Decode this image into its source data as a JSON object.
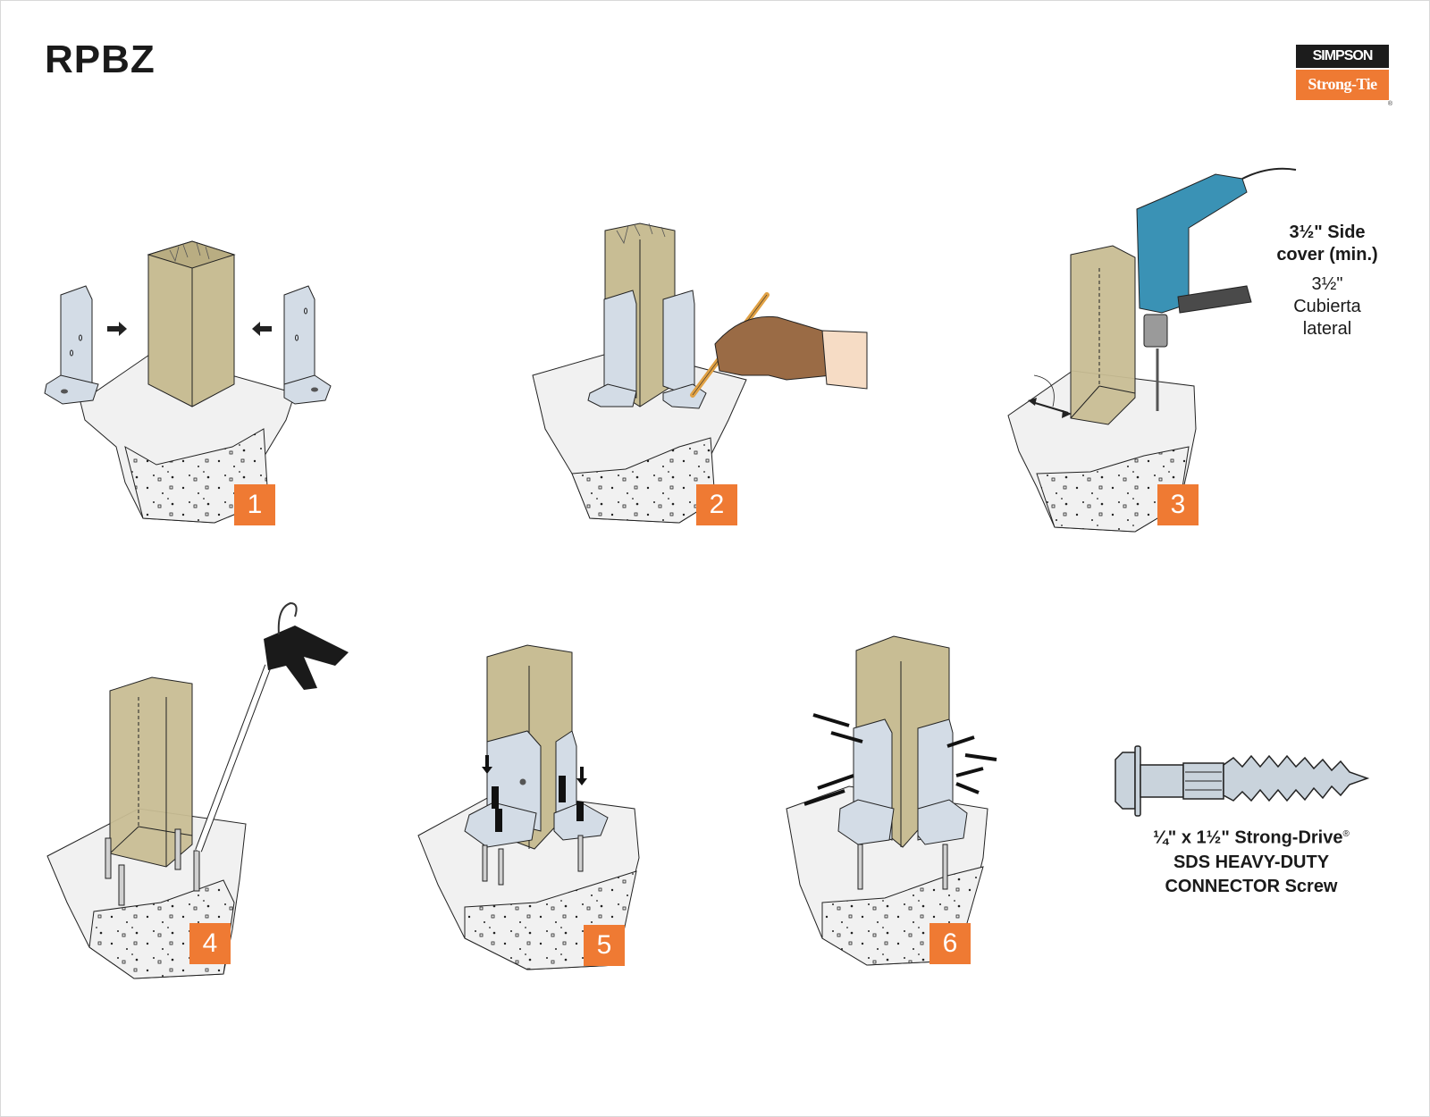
{
  "document": {
    "title": "RPBZ",
    "brand": {
      "line1": "SIMPSON",
      "line2": "Strong-Tie",
      "registered": "®",
      "colors": {
        "black": "#1c1c1c",
        "orange": "#ef7a33"
      }
    }
  },
  "steps": [
    {
      "number": "1",
      "description": "Place post bases on either side of post on concrete"
    },
    {
      "number": "2",
      "description": "Mark anchor hole locations with pencil"
    },
    {
      "number": "3",
      "description": "Drill holes into concrete"
    },
    {
      "number": "4",
      "description": "Apply adhesive into holes with caulk gun"
    },
    {
      "number": "5",
      "description": "Install anchors and nuts"
    },
    {
      "number": "6",
      "description": "Fasten connector screws into post"
    }
  ],
  "step3_note": {
    "english_line1": "3½\" Side",
    "english_line2": "cover (min.)",
    "spanish_line1": "3½\"",
    "spanish_line2": "Cubierta",
    "spanish_line3": "lateral"
  },
  "screw": {
    "line1": "¼\" x 1½\" Strong-Drive",
    "line1_mark": "®",
    "line2": "SDS HEAVY-DUTY",
    "line3": "CONNECTOR Screw"
  },
  "colors": {
    "step_badge": "#ef7a33",
    "post_wood": "#c8bd94",
    "metal": "#d3dce6",
    "concrete": "#f1f1f1",
    "drill": "#3a92b5"
  }
}
